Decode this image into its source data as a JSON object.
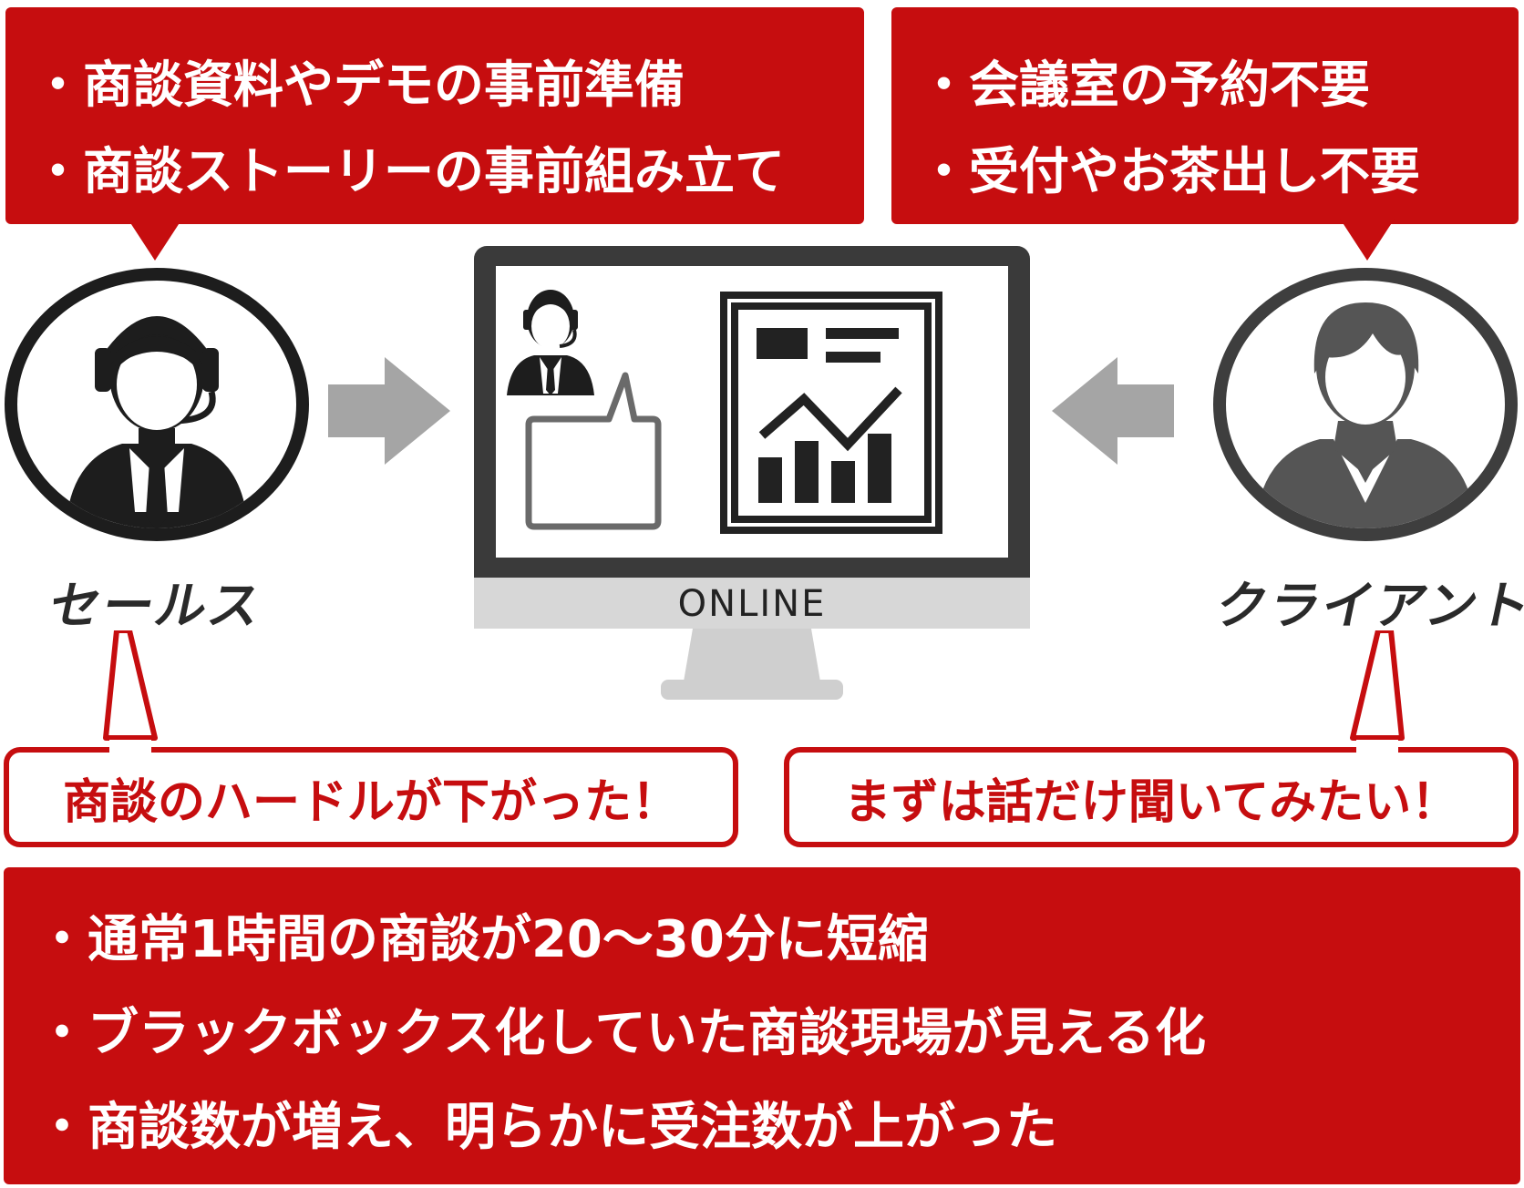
{
  "colors": {
    "accent_red": "#c60d0f",
    "dark": "#222222",
    "gray_arrow": "#a5a5a5",
    "monitor_bezel": "#3a3a3a"
  },
  "top_left": {
    "items": [
      "・商談資料やデモの事前準備",
      "・商談ストーリーの事前組み立て"
    ]
  },
  "top_right": {
    "items": [
      "・会議室の予約不要",
      "・受付やお茶出し不要"
    ]
  },
  "sales": {
    "label": "セールス",
    "icon": "salesperson-headset-icon"
  },
  "client": {
    "label": "クライアント",
    "icon": "client-person-icon"
  },
  "monitor": {
    "label": "ONLINE",
    "icons": [
      "mini-salesperson-icon",
      "speech-bubble-icon",
      "report-chart-icon"
    ]
  },
  "bubble_left": {
    "text": "商談のハードルが下がった！"
  },
  "bubble_right": {
    "text": "まずは話だけ聞いてみたい！"
  },
  "bottom": {
    "items": [
      "・通常1時間の商談が20〜30分に短縮",
      "・ブラックボックス化していた商談現場が見える化",
      "・商談数が増え、明らかに受注数が上がった"
    ]
  }
}
